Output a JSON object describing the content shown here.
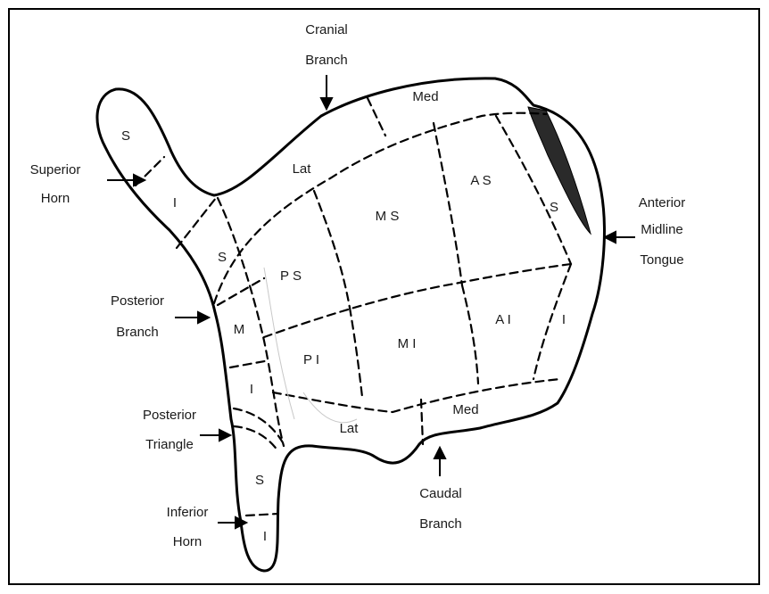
{
  "external_labels": {
    "cranial_branch": [
      "Cranial",
      "Branch"
    ],
    "superior_horn": [
      "Superior",
      "Horn"
    ],
    "anterior_midline_tongue": [
      "Anterior",
      "Midline",
      "Tongue"
    ],
    "posterior_branch": [
      "Posterior",
      "Branch"
    ],
    "posterior_triangle": [
      "Posterior",
      "Triangle"
    ],
    "caudal_branch": [
      "Caudal",
      "Branch"
    ],
    "inferior_horn": [
      "Inferior",
      "Horn"
    ]
  },
  "segments": {
    "superior_horn_s": "S",
    "superior_horn_i": "I",
    "cranial_med": "Med",
    "cranial_lat": "Lat",
    "anterior_s": "S",
    "anterior_as": "A S",
    "middle_ms": "M S",
    "posterior_s": "S",
    "posterior_ps": "P S",
    "posterior_m": "M",
    "posterior_pi": "P I",
    "middle_mi": "M I",
    "anterior_ai": "A I",
    "anterior_i": "I",
    "posterior_i": "I",
    "caudal_lat": "Lat",
    "caudal_med": "Med",
    "inferior_horn_s": "S",
    "inferior_horn_i": "I"
  },
  "colors": {
    "ink": "#1a1a1a",
    "border": "#000000",
    "background": "#ffffff"
  }
}
